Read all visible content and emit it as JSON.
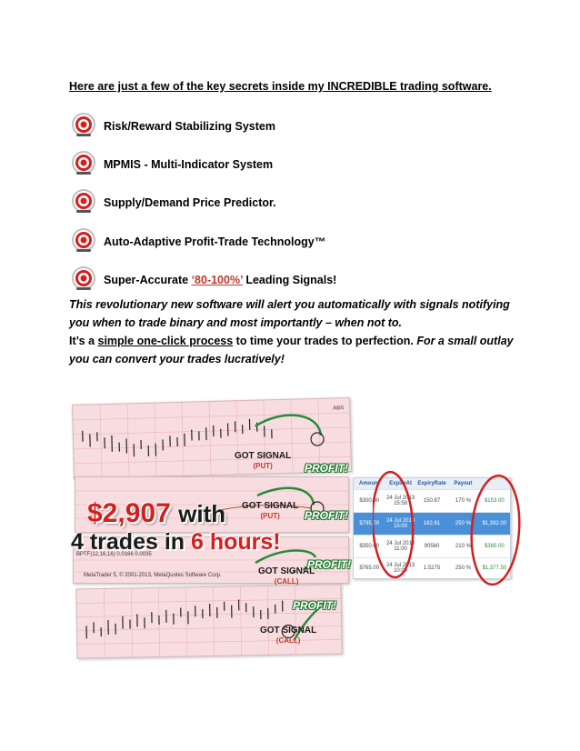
{
  "headline": "Here are just a few of the key secrets inside my INCREDIBLE trading software.",
  "features": [
    {
      "label": "Risk/Reward Stabilizing System"
    },
    {
      "label": "MPMIS - Multi-Indicator System"
    },
    {
      "label": "Supply/Demand Price Predictor."
    },
    {
      "label": "Auto-Adaptive Profit-Trade Technology™"
    },
    {
      "label_pre": "Super-Accurate ",
      "label_pct": "‘80-100%’",
      "label_post": " Leading Signals!"
    }
  ],
  "paragraph": {
    "line1": "This revolutionary new software will alert you automatically with signals notifying you when to trade binary and most importantly – when not to.",
    "line2_pre": "It’s a ",
    "line2_link": "simple one-click process",
    "line2_mid": " to time your trades to perfection. ",
    "line2_it": "For a small outlay you can convert your trades lucratively!"
  },
  "promo": {
    "amount": "$2,907",
    "with": "with",
    "trades_pre": "4 trades in ",
    "trades_hours": "6 hours!",
    "got_signal": "GOT SIGNAL",
    "put": "(PUT)",
    "call": "(CALL)",
    "profit": "PROFIT!",
    "abs": "ABS",
    "indicator": "BPTF(12,16,16) 0.0166 0.0035",
    "copyright": "MetaTrader 5, © 2001-2013, MetaQuotes Software Corp."
  },
  "table": {
    "headers": [
      "Amount",
      "ExpireAt",
      "ExpiryRate",
      "Payout",
      ""
    ],
    "rows": [
      [
        "$300.00",
        "24 Jul 2013 15:58",
        "150.87",
        "170 %",
        "$153.00"
      ],
      [
        "$795.00",
        "24 Jul 2013 15:00",
        "182.61",
        "250 %",
        "$1,392.00"
      ],
      [
        "$350.00",
        "24 Jul 2013 11:00",
        "90560",
        "210 %",
        "$385.00"
      ],
      [
        "$765.00",
        "24 Jul 2013 10:00",
        "1.5275",
        "250 %",
        "$1,377.50"
      ]
    ]
  },
  "colors": {
    "accent_red": "#d41f1f",
    "profit_green": "#1f7a2e",
    "panel_pink": "#f8dde0"
  },
  "icons": [
    "target-icon"
  ]
}
